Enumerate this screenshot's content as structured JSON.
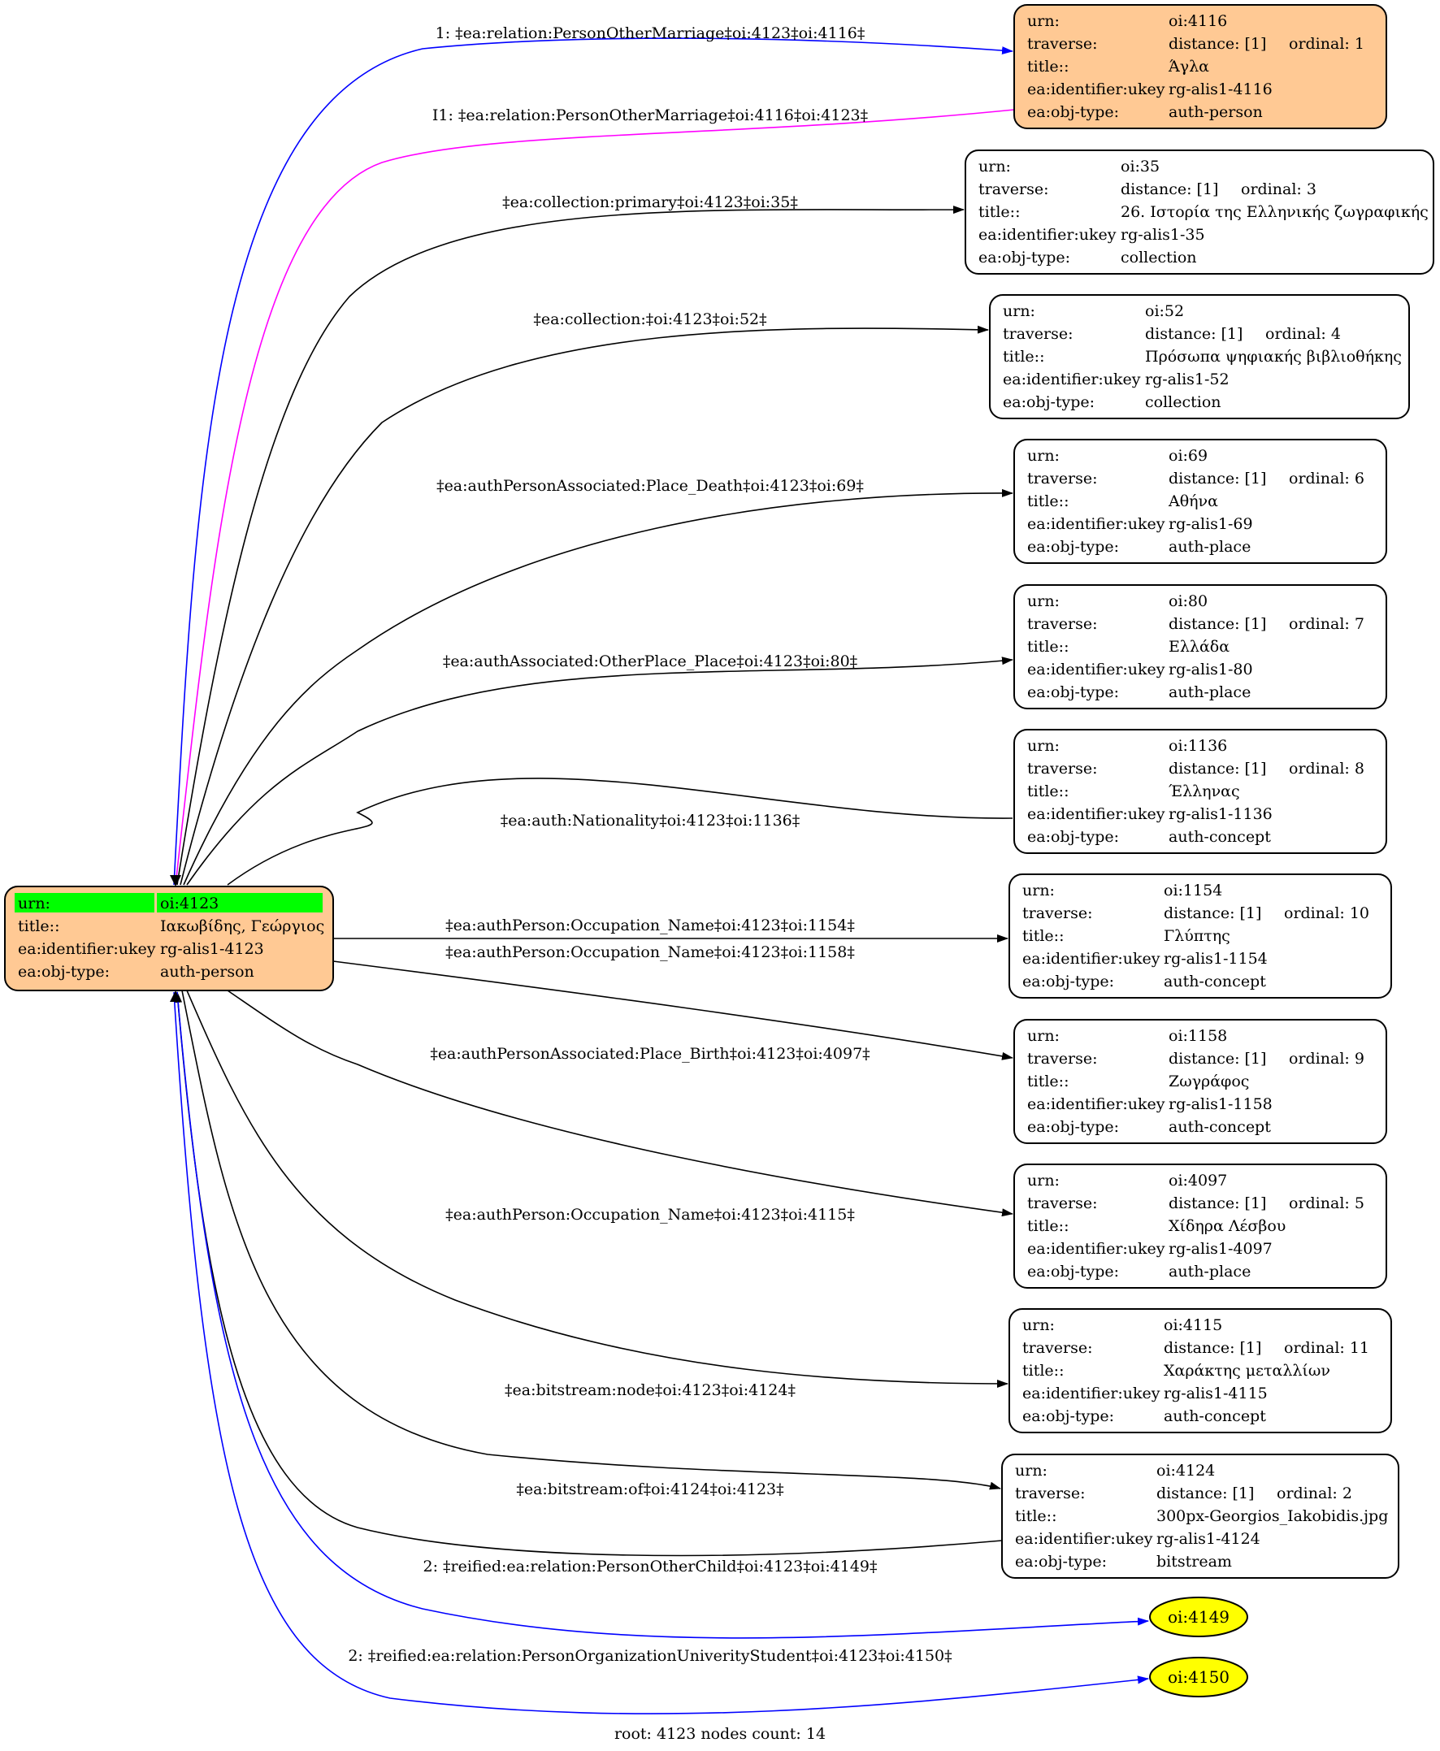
{
  "root": {
    "rows": [
      [
        "urn:",
        "oi:4123"
      ],
      [
        "title::",
        "Ιακωβίδης, Γεώργιος"
      ],
      [
        "ea:identifier:ukey",
        "rg-alis1-4123"
      ],
      [
        "ea:obj-type:",
        "auth-person"
      ]
    ],
    "fill": "#ffc994",
    "highlight": "#00ff00"
  },
  "nodes": [
    {
      "id": "n4116",
      "urn": "oi:4116",
      "distance": "distance: [1]",
      "ordinal": "ordinal: 1",
      "title": "Άγλα",
      "ukey": "rg-alis1-4116",
      "objtype": "auth-person",
      "fill": "#ffc994"
    },
    {
      "id": "n35",
      "urn": "oi:35",
      "distance": "distance: [1]",
      "ordinal": "ordinal: 3",
      "title": "26. Ιστορία της Ελληνικής ζωγραφικής",
      "ukey": "rg-alis1-35",
      "objtype": "collection",
      "fill": "#ffffff"
    },
    {
      "id": "n52",
      "urn": "oi:52",
      "distance": "distance: [1]",
      "ordinal": "ordinal: 4",
      "title": "Πρόσωπα ψηφιακής βιβλιοθήκης",
      "ukey": "rg-alis1-52",
      "objtype": "collection",
      "fill": "#ffffff"
    },
    {
      "id": "n69",
      "urn": "oi:69",
      "distance": "distance: [1]",
      "ordinal": "ordinal: 6",
      "title": "Αθήνα",
      "ukey": "rg-alis1-69",
      "objtype": "auth-place",
      "fill": "#ffffff"
    },
    {
      "id": "n80",
      "urn": "oi:80",
      "distance": "distance: [1]",
      "ordinal": "ordinal: 7",
      "title": "Ελλάδα",
      "ukey": "rg-alis1-80",
      "objtype": "auth-place",
      "fill": "#ffffff"
    },
    {
      "id": "n1136",
      "urn": "oi:1136",
      "distance": "distance: [1]",
      "ordinal": "ordinal: 8",
      "title": "Έλληνας",
      "ukey": "rg-alis1-1136",
      "objtype": "auth-concept",
      "fill": "#ffffff"
    },
    {
      "id": "n1154",
      "urn": "oi:1154",
      "distance": "distance: [1]",
      "ordinal": "ordinal: 10",
      "title": "Γλύπτης",
      "ukey": "rg-alis1-1154",
      "objtype": "auth-concept",
      "fill": "#ffffff"
    },
    {
      "id": "n1158",
      "urn": "oi:1158",
      "distance": "distance: [1]",
      "ordinal": "ordinal: 9",
      "title": "Ζωγράφος",
      "ukey": "rg-alis1-1158",
      "objtype": "auth-concept",
      "fill": "#ffffff"
    },
    {
      "id": "n4097",
      "urn": "oi:4097",
      "distance": "distance: [1]",
      "ordinal": "ordinal: 5",
      "title": "Χίδηρα Λέσβου",
      "ukey": "rg-alis1-4097",
      "objtype": "auth-place",
      "fill": "#ffffff"
    },
    {
      "id": "n4115",
      "urn": "oi:4115",
      "distance": "distance: [1]",
      "ordinal": "ordinal: 11",
      "title": "Χαράκτης μεταλλίων",
      "ukey": "rg-alis1-4115",
      "objtype": "auth-concept",
      "fill": "#ffffff"
    },
    {
      "id": "n4124",
      "urn": "oi:4124",
      "distance": "distance: [1]",
      "ordinal": "ordinal: 2",
      "title": "300px-Georgios_Iakobidis.jpg",
      "ukey": "rg-alis1-4124",
      "objtype": "bitstream",
      "fill": "#ffffff"
    }
  ],
  "row_labels": {
    "urn": "urn:",
    "traverse": "traverse:",
    "title": "title::",
    "ukey": "ea:identifier:ukey",
    "objtype": "ea:obj-type:"
  },
  "ellipses": [
    {
      "id": "e4149",
      "label": "oi:4149",
      "fill": "#ffff00"
    },
    {
      "id": "e4150",
      "label": "oi:4150",
      "fill": "#ffff00"
    }
  ],
  "edges": [
    {
      "id": "ed1",
      "label": "1: ‡ea:relation:PersonOtherMarriage‡oi:4123‡oi:4116‡",
      "color": "#0000ff"
    },
    {
      "id": "ed2",
      "label": "I1: ‡ea:relation:PersonOtherMarriage‡oi:4116‡oi:4123‡",
      "color": "#ff00ff"
    },
    {
      "id": "ed3",
      "label": "‡ea:collection:primary‡oi:4123‡oi:35‡",
      "color": "#000000"
    },
    {
      "id": "ed4",
      "label": "‡ea:collection:‡oi:4123‡oi:52‡",
      "color": "#000000"
    },
    {
      "id": "ed5",
      "label": "‡ea:authPersonAssociated:Place_Death‡oi:4123‡oi:69‡",
      "color": "#000000"
    },
    {
      "id": "ed6",
      "label": "‡ea:authAssociated:OtherPlace_Place‡oi:4123‡oi:80‡",
      "color": "#000000"
    },
    {
      "id": "ed7",
      "label": "‡ea:auth:Nationality‡oi:4123‡oi:1136‡",
      "color": "#000000"
    },
    {
      "id": "ed8",
      "label": "‡ea:authPerson:Occupation_Name‡oi:4123‡oi:1154‡",
      "color": "#000000"
    },
    {
      "id": "ed9",
      "label": "‡ea:authPerson:Occupation_Name‡oi:4123‡oi:1158‡",
      "color": "#000000"
    },
    {
      "id": "ed10",
      "label": "‡ea:authPersonAssociated:Place_Birth‡oi:4123‡oi:4097‡",
      "color": "#000000"
    },
    {
      "id": "ed11",
      "label": "‡ea:authPerson:Occupation_Name‡oi:4123‡oi:4115‡",
      "color": "#000000"
    },
    {
      "id": "ed12",
      "label": "‡ea:bitstream:node‡oi:4123‡oi:4124‡",
      "color": "#000000"
    },
    {
      "id": "ed13",
      "label": "‡ea:bitstream:of‡oi:4124‡oi:4123‡",
      "color": "#000000"
    },
    {
      "id": "ed14",
      "label": "2: ‡reified:ea:relation:PersonOtherChild‡oi:4123‡oi:4149‡",
      "color": "#0000ff"
    },
    {
      "id": "ed15",
      "label": "2: ‡reified:ea:relation:PersonOrganizationUniverityStudent‡oi:4123‡oi:4150‡",
      "color": "#0000ff"
    }
  ],
  "footer": "root: 4123 nodes count: 14"
}
